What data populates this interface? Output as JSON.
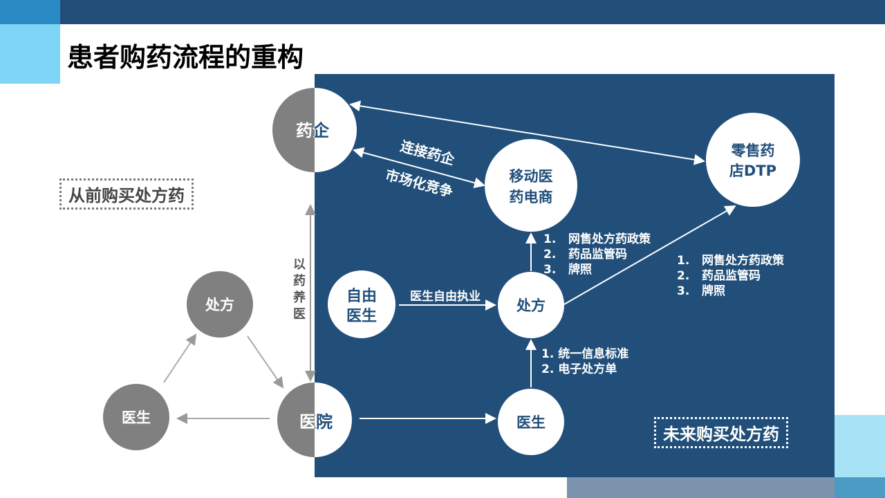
{
  "title": "患者购药流程的重构",
  "colors": {
    "dark_blue": "#214f7a",
    "gray": "#7f7f7f",
    "light_blue": "#7fd5f5"
  },
  "past_label": "从前购买处方药",
  "future_label": "未来购买处方药",
  "nodes": {
    "pharma": "药企",
    "ecommerce_l1": "移动医",
    "ecommerce_l2": "药电商",
    "retail_l1": "零售药",
    "retail_l2": "店DTP",
    "free_doc_l1": "自由",
    "free_doc_l2": "医生",
    "rx_right": "处方",
    "doctor_right": "医生",
    "hospital": "医院",
    "rx_left": "处方",
    "doctor_left": "医生"
  },
  "edges": {
    "connect_pharma": "连接药企",
    "market_competition": "市场化竞争",
    "drug_for_hospital": [
      "以",
      "药",
      "养",
      "医"
    ],
    "free_practice": "医生自由执业"
  },
  "lists": {
    "ecommerce_reqs": [
      {
        "num": "1.",
        "text": "网售处方药政策"
      },
      {
        "num": "2.",
        "text": "药品监管码"
      },
      {
        "num": "3.",
        "text": "牌照"
      }
    ],
    "retail_reqs": [
      {
        "num": "1.",
        "text": "网售处方药政策"
      },
      {
        "num": "2.",
        "text": "药品监管码"
      },
      {
        "num": "3.",
        "text": "牌照"
      }
    ],
    "rx_reqs": [
      {
        "num": "1.",
        "text": "统一信息标准"
      },
      {
        "num": "2.",
        "text": "电子处方单"
      }
    ]
  }
}
